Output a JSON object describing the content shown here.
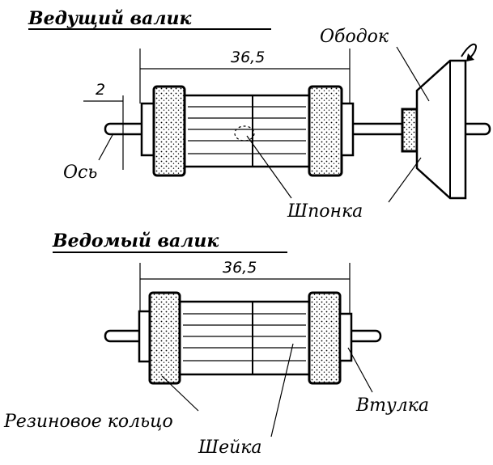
{
  "drive_roller": {
    "title": "Ведущий валик",
    "length_dim": "36,5",
    "axle_dim": "2",
    "labels": {
      "axle": "Ось",
      "rim": "Ободок",
      "key": "Шпонка"
    }
  },
  "driven_roller": {
    "title": "Ведомый валик",
    "length_dim": "36,5",
    "labels": {
      "rubber_ring": "Резиновое кольцо",
      "neck": "Шейка",
      "bushing": "Втулка"
    }
  }
}
